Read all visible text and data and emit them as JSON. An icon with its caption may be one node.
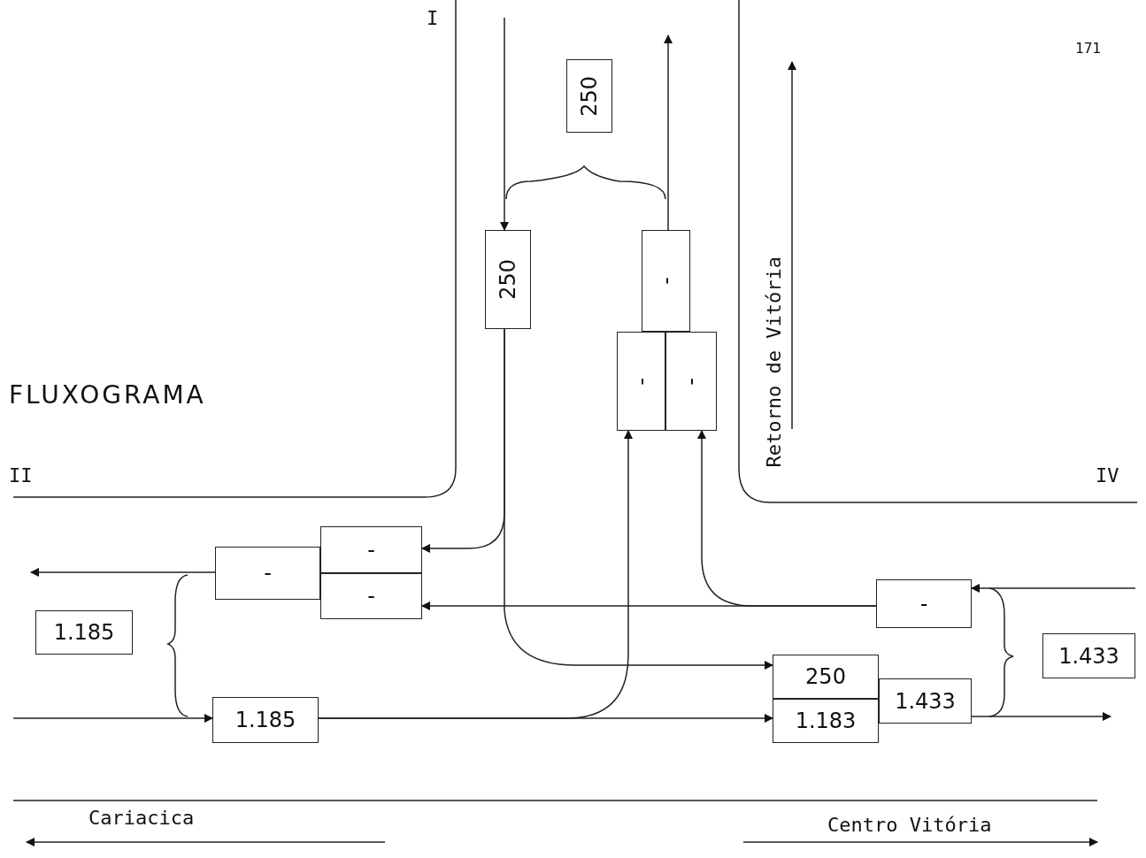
{
  "diagram": {
    "title": "FLUXOGRAMA",
    "nodes": [
      {
        "text": [
          "250"
        ]
      },
      {
        "text": [
          "250"
        ]
      },
      {
        "text": [
          "-"
        ]
      },
      {
        "text": [
          "-"
        ]
      },
      {
        "text": [
          "-"
        ]
      },
      {
        "text": [
          "-"
        ]
      },
      {
        "text": [
          "-"
        ]
      },
      {
        "text": [
          "-"
        ]
      },
      {
        "text": [
          "1.185"
        ]
      },
      {
        "text": [
          "1.185"
        ]
      },
      {
        "text": [
          "-"
        ]
      },
      {
        "text": [
          "1.433"
        ]
      },
      {
        "text": [
          "250"
        ]
      },
      {
        "text": [
          "1.183"
        ]
      },
      {
        "text": [
          "1.433"
        ]
      }
    ],
    "edges": [
      {
        "from": null,
        "to": 1,
        "arrow": "to"
      },
      {
        "from": 2,
        "to": null,
        "arrow": "to"
      },
      {
        "from": 1,
        "to": 5,
        "arrow": "to"
      },
      {
        "from": 1,
        "to": 12,
        "arrow": "to"
      },
      {
        "from": null,
        "to": 9,
        "arrow": "to"
      },
      {
        "from": 9,
        "to": 13,
        "arrow": "to"
      },
      {
        "from": 9,
        "to": 3,
        "arrow": "to"
      },
      {
        "from": null,
        "to": 10,
        "arrow": "to"
      },
      {
        "from": 10,
        "to": 6,
        "arrow": "to"
      },
      {
        "from": 10,
        "to": 4,
        "arrow": "to"
      },
      {
        "from": 7,
        "to": null,
        "arrow": "to"
      },
      {
        "from": 14,
        "to": null,
        "arrow": "to"
      }
    ],
    "labels": [
      "171",
      "I",
      "II",
      "IV",
      "Retorno de Vitória",
      "Cariacica",
      "Centro Vitória"
    ]
  }
}
